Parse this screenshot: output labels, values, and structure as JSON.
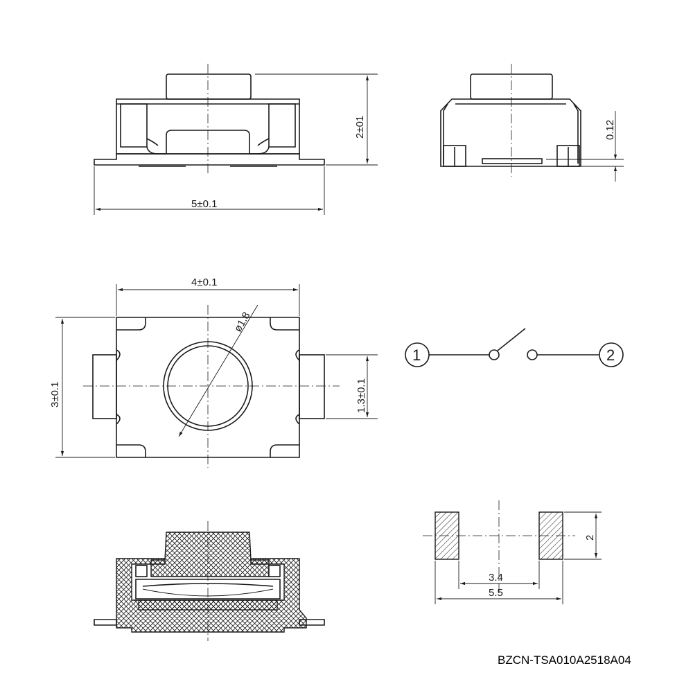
{
  "drawing_code": "BZCN-TSA010A2518A04",
  "dims": {
    "front_width": "5±0.1",
    "front_height": "2±01",
    "side_terminal": "0.12",
    "top_width": "4±0.1",
    "top_height": "3±0.1",
    "top_terminal": "1.3±0.1",
    "actuator_dia": "ø1.8",
    "pad_height": "2",
    "pad_inner": "3.4",
    "pad_outer": "5.5"
  },
  "schematic": {
    "pin1": "1",
    "pin2": "2"
  },
  "colors": {
    "line": "#1a1a1a",
    "background": "#ffffff"
  }
}
